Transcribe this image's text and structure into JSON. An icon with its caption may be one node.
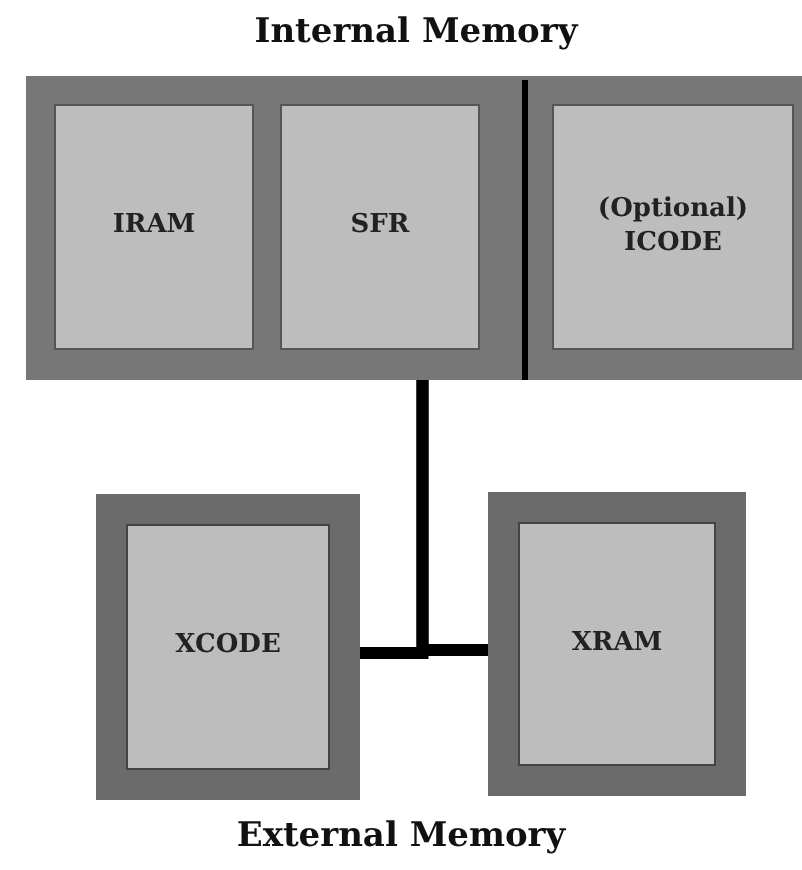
{
  "diagram": {
    "nodes": [
      {
        "text": [
          "Internal Memory"
        ]
      },
      {
        "text": [
          "IRAM"
        ],
        "in": 0
      },
      {
        "text": [
          "SFR"
        ],
        "in": 0
      },
      {
        "text": [
          "(Optional) ICODE"
        ],
        "in": 0
      },
      {
        "text": [
          "XCODE"
        ]
      },
      {
        "text": [
          "XRAM"
        ]
      }
    ],
    "edges": [
      {
        "from": 0,
        "to": 4,
        "arrow": "none"
      },
      {
        "from": 0,
        "to": 5,
        "arrow": "none"
      }
    ],
    "labels": [
      "External Memory"
    ]
  }
}
